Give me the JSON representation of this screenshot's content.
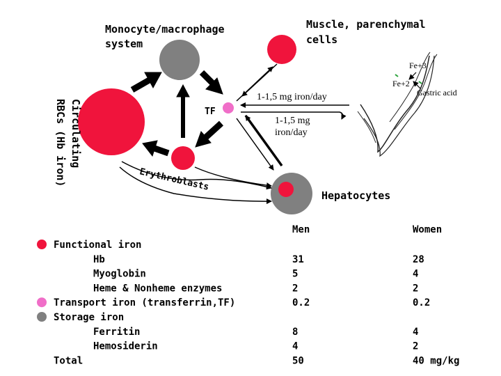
{
  "diagram": {
    "labels": {
      "monocyte": [
        "Monocyte/macrophage",
        "system"
      ],
      "muscle": [
        "Muscle, parenchymal",
        "cells"
      ],
      "circulating": [
        "Circulating",
        "RBCs (Hb iron)"
      ],
      "tf": "TF",
      "erythroblasts": "Erythroblasts",
      "hepatocytes": "Hepatocytes",
      "intake": "1-1,5 mg iron/day",
      "loss": [
        "1-1,5 mg",
        "iron/day"
      ],
      "fe3": "Fe+3",
      "fe2": "Fe+2",
      "gastric": "Gastric acid"
    },
    "colors": {
      "functional": "#f0143c",
      "storage": "#808080",
      "transport": "#f06ec8"
    }
  },
  "table": {
    "header": {
      "men": "Men",
      "women": "Women"
    },
    "rows": [
      {
        "label": "Functional iron",
        "indent": false,
        "marker": "functional",
        "men": "",
        "women": ""
      },
      {
        "label": "Hb",
        "indent": true,
        "marker": "",
        "men": "31",
        "women": "28"
      },
      {
        "label": "Myoglobin",
        "indent": true,
        "marker": "",
        "men": "5",
        "women": "4"
      },
      {
        "label": "Heme & Nonheme enzymes",
        "indent": true,
        "marker": "",
        "men": "2",
        "women": "2"
      },
      {
        "label": "Transport iron (transferrin,TF)",
        "indent": false,
        "marker": "transport",
        "men": "0.2",
        "women": "0.2"
      },
      {
        "label": "Storage iron",
        "indent": false,
        "marker": "storage",
        "men": "",
        "women": ""
      },
      {
        "label": "Ferritin",
        "indent": true,
        "marker": "",
        "men": "8",
        "women": "4"
      },
      {
        "label": "Hemosiderin",
        "indent": true,
        "marker": "",
        "men": "4",
        "women": "2"
      },
      {
        "label": "Total",
        "indent": false,
        "marker": "",
        "men": "50",
        "women": "40 mg/kg"
      }
    ]
  }
}
